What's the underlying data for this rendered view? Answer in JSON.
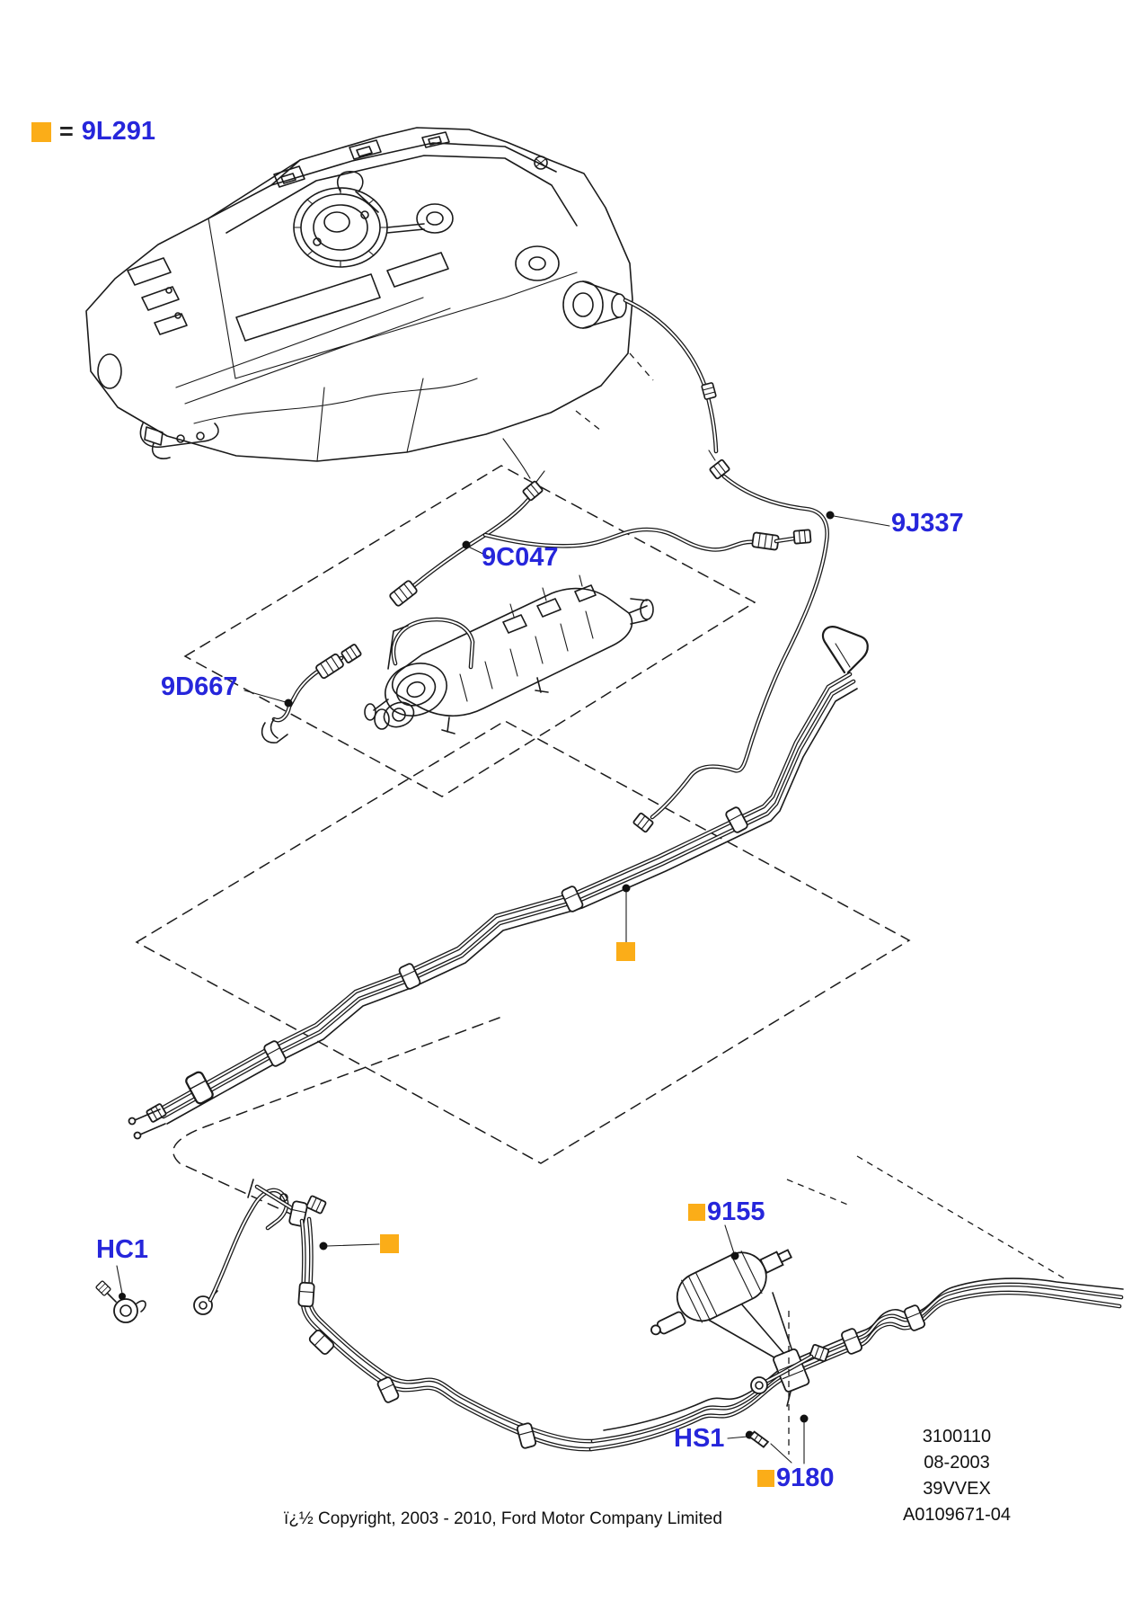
{
  "diagram": {
    "legend": {
      "equals_sign": "=",
      "part_code": "9L291"
    },
    "callouts": [
      {
        "label": "9C047"
      },
      {
        "label": "9J337"
      },
      {
        "label": "9D667"
      },
      {
        "label": "HC1"
      },
      {
        "label": "9155"
      },
      {
        "label": "HS1"
      },
      {
        "label": "9180"
      }
    ],
    "info_block": {
      "line1": "3100110",
      "line2": "08-2003",
      "line3": "39VVEX",
      "line4": "A0109671-04"
    },
    "copyright": "ï¿½ Copyright, 2003 - 2010, Ford Motor Company Limited",
    "colors": {
      "label_blue": "#2626DB",
      "highlight_orange": "#FBAD18",
      "line_color": "#1B1B1B",
      "background": "#FFFFFF"
    }
  }
}
